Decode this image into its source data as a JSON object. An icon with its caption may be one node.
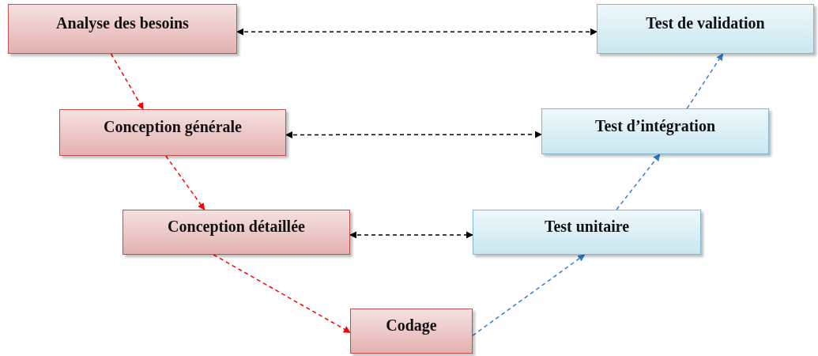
{
  "diagram": {
    "nodes": [
      {
        "text": [
          "Analyse des besoins"
        ]
      },
      {
        "text": [
          "Conception générale"
        ]
      },
      {
        "text": [
          "Conception détaillée"
        ]
      },
      {
        "text": [
          "Codage"
        ]
      },
      {
        "text": [
          "Test unitaire"
        ]
      },
      {
        "text": [
          "Test d’intégration"
        ]
      },
      {
        "text": [
          "Test de validation"
        ]
      }
    ],
    "edges": [
      {
        "from": 0,
        "to": 1,
        "arrow": "to",
        "style": "dashed",
        "color": "#ff0000"
      },
      {
        "from": 1,
        "to": 2,
        "arrow": "to",
        "style": "dashed",
        "color": "#ff0000"
      },
      {
        "from": 2,
        "to": 3,
        "arrow": "to",
        "style": "dashed",
        "color": "#ff0000"
      },
      {
        "from": 3,
        "to": 4,
        "arrow": "to",
        "style": "dashed",
        "color": "#2f7fd0"
      },
      {
        "from": 4,
        "to": 5,
        "arrow": "to",
        "style": "dashed",
        "color": "#2f7fd0"
      },
      {
        "from": 5,
        "to": 6,
        "arrow": "to",
        "style": "dashed",
        "color": "#2f7fd0"
      },
      {
        "from": 0,
        "to": 6,
        "arrow": "both",
        "style": "dashed",
        "color": "#000000"
      },
      {
        "from": 1,
        "to": 5,
        "arrow": "both",
        "style": "dashed",
        "color": "#000000"
      },
      {
        "from": 2,
        "to": 4,
        "arrow": "both",
        "style": "dashed",
        "color": "#000000"
      }
    ]
  }
}
